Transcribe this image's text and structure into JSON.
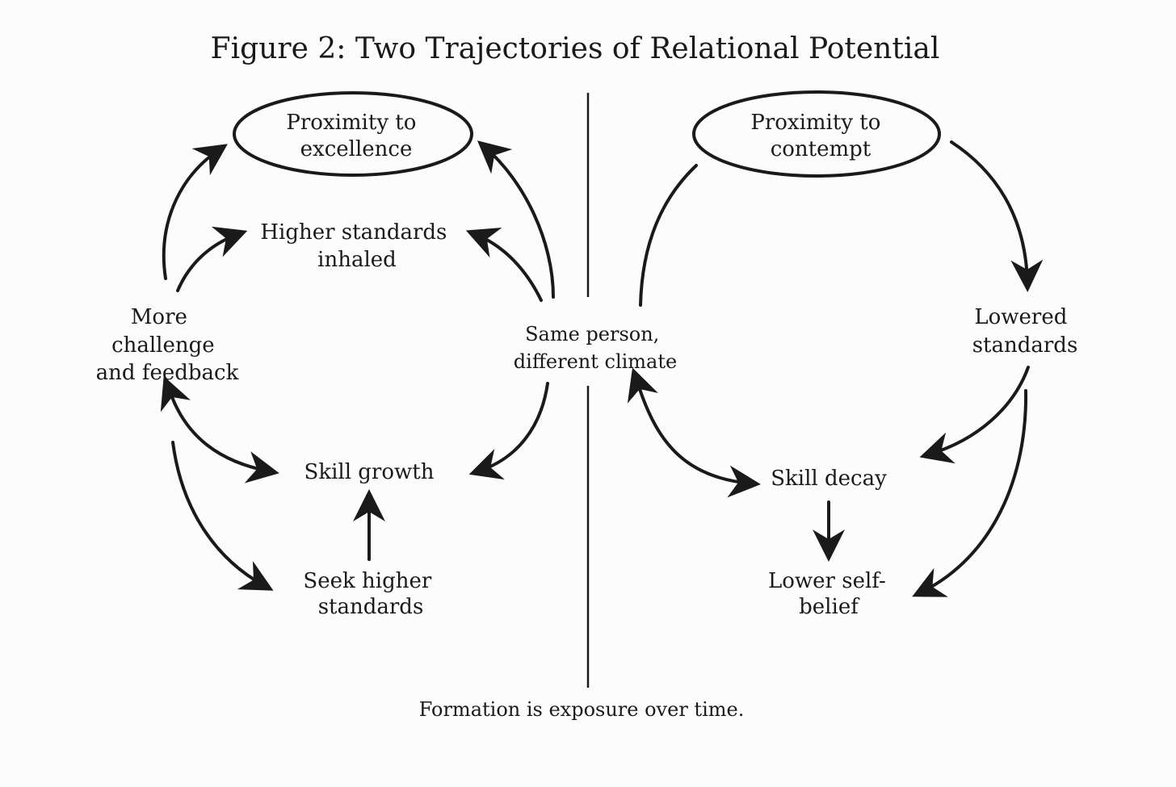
{
  "title": "Figure 2: Two Trajectories of Relational Potential",
  "center_node": [
    "Same person,",
    "different climate"
  ],
  "left": {
    "goal": [
      "Proximity to",
      "excellence"
    ],
    "standards": [
      "Higher standards",
      "inhaled"
    ],
    "challenge": [
      "More",
      "challenge",
      "and feedback"
    ],
    "skill": [
      "Skill growth"
    ],
    "seek": [
      "Seek higher",
      "standards"
    ]
  },
  "right": {
    "goal": [
      "Proximity to",
      "contempt"
    ],
    "standards": [
      "Lowered",
      "standards"
    ],
    "skill": [
      "Skill decay"
    ],
    "belief": [
      "Lower self-",
      "belief"
    ]
  },
  "caption": "Formation is exposure over time."
}
